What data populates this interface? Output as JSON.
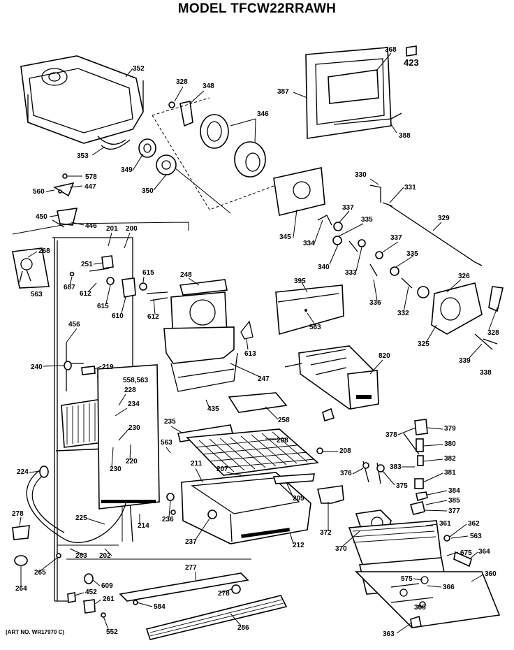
{
  "header": {
    "title": "MODEL TFCW22RRAWH"
  },
  "footer": {
    "art_no": "(ART NO. WR17970 C)"
  },
  "labels": [
    "352",
    "328",
    "348",
    "346",
    "387",
    "368",
    "423",
    "388",
    "353",
    "349",
    "350",
    "578",
    "447",
    "560",
    "450",
    "446",
    "330",
    "331",
    "345",
    "337",
    "334",
    "335",
    "329",
    "201",
    "200",
    "268",
    "251",
    "615",
    "248",
    "340",
    "333",
    "337",
    "563",
    "687",
    "612",
    "615",
    "610",
    "612",
    "395",
    "335",
    "326",
    "336",
    "332",
    "563",
    "456",
    "613",
    "325",
    "328",
    "339",
    "338",
    "240",
    "219",
    "558,563",
    "247",
    "820",
    "228",
    "234",
    "435",
    "258",
    "230",
    "220",
    "235",
    "563",
    "208",
    "208",
    "378",
    "379",
    "380",
    "230",
    "211",
    "207",
    "376",
    "383",
    "382",
    "381",
    "224",
    "375",
    "209",
    "384",
    "385",
    "377",
    "225",
    "236",
    "214",
    "372",
    "361",
    "362",
    "278",
    "237",
    "202",
    "283",
    "212",
    "370",
    "563",
    "265",
    "675",
    "364",
    "264",
    "277",
    "609",
    "575",
    "366",
    "360",
    "452",
    "261",
    "278",
    "365",
    "584",
    "552",
    "286",
    "363"
  ]
}
